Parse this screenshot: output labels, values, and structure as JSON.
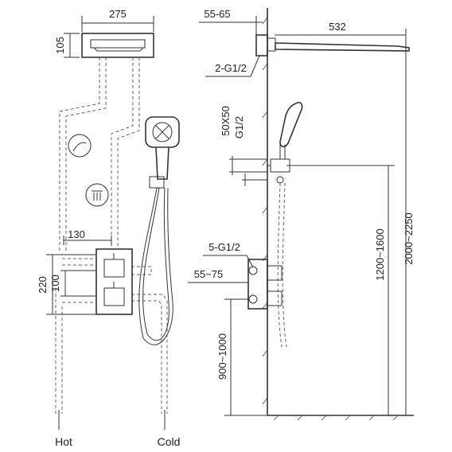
{
  "front_view": {
    "dim_width_top": "275",
    "dim_height_top": "105",
    "dim_valve_width": "130",
    "dim_valve_height": "220",
    "dim_valve_spacing": "100",
    "label_hot": "Hot",
    "label_cold": "Cold"
  },
  "side_view": {
    "dim_wall_offset": "55-65",
    "dim_arm_length": "532",
    "label_top_thread": "2-G1/2",
    "dim_bracket": "50X50",
    "label_handset_thread": "G1/2",
    "label_valve_thread": "5-G1/2",
    "dim_valve_depth": "55~75",
    "dim_handset_height": "1200~1600",
    "dim_head_height": "2000~2250",
    "dim_valve_floor_height": "900~1000"
  },
  "icons": [
    "rain-shower-icon",
    "handheld-shower-icon",
    "overhead-shower-icon"
  ],
  "colors": {
    "line": "#333333",
    "background": "#ffffff"
  }
}
